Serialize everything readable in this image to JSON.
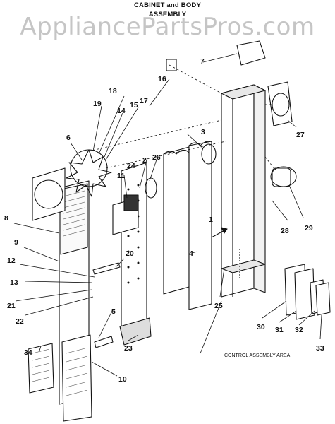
{
  "title_line1": "CABINET and BODY",
  "title_line2": "ASSEMBLY",
  "watermark": "AppliancePartsPros.com",
  "control_area_label": "CONTROL ASSEMBLY AREA",
  "callouts": [
    "1",
    "2",
    "3",
    "4",
    "5",
    "6",
    "7",
    "8",
    "9",
    "10",
    "11",
    "12",
    "13",
    "14",
    "15",
    "16",
    "17",
    "18",
    "19",
    "20",
    "21",
    "22",
    "23",
    "24",
    "25",
    "26",
    "27",
    "28",
    "29",
    "30",
    "31",
    "32",
    "33",
    "34"
  ],
  "line_color": "#111111"
}
